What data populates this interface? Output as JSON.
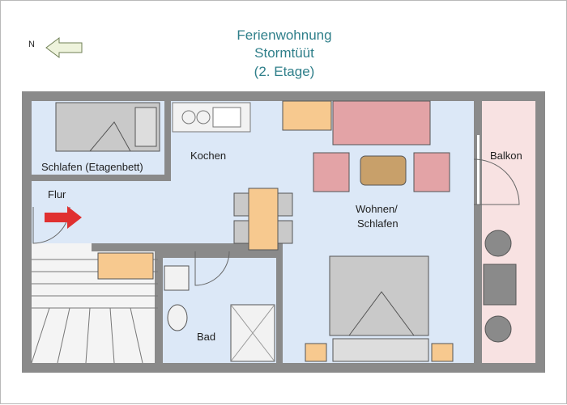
{
  "title": {
    "line1": "Ferienwohnung",
    "line2": "Stormtüüt",
    "line3": "(2. Etage)"
  },
  "compass": {
    "label": "N"
  },
  "rooms": {
    "schlafen": "Schlafen (Etagenbett)",
    "kochen": "Kochen",
    "flur": "Flur",
    "wohnen_line1": "Wohnen/",
    "wohnen_line2": "Schlafen",
    "bad": "Bad",
    "balkon": "Balkon"
  },
  "colors": {
    "title": "#2f7f8a",
    "wall": "#8a8a8a",
    "floor": "#dce8f7",
    "balcony": "#f8e2e2",
    "sofa": "#e3a3a6",
    "table": "#c8a06a",
    "cabinet": "#f7c98f",
    "bed": "#c9c9c9",
    "entrance_arrow": "#e03030"
  }
}
